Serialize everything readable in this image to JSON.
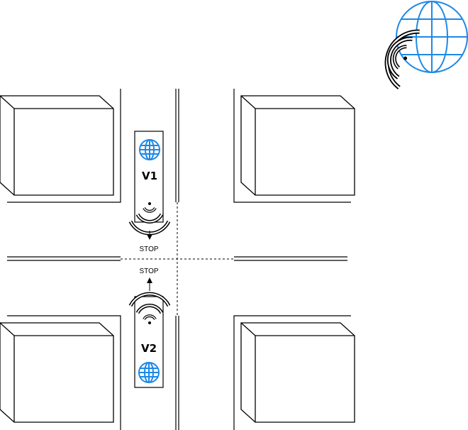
{
  "vehicles": [
    {
      "label": "V1",
      "signal": "STOP"
    },
    {
      "label": "V2",
      "signal": "STOP"
    }
  ],
  "icons": {
    "globe": "globe-icon",
    "wifi": "wireless-signal-icon",
    "arrow": "arrow-icon",
    "building": "building-icon"
  },
  "colors": {
    "globe": "#1e88e5",
    "stroke": "#000000"
  }
}
